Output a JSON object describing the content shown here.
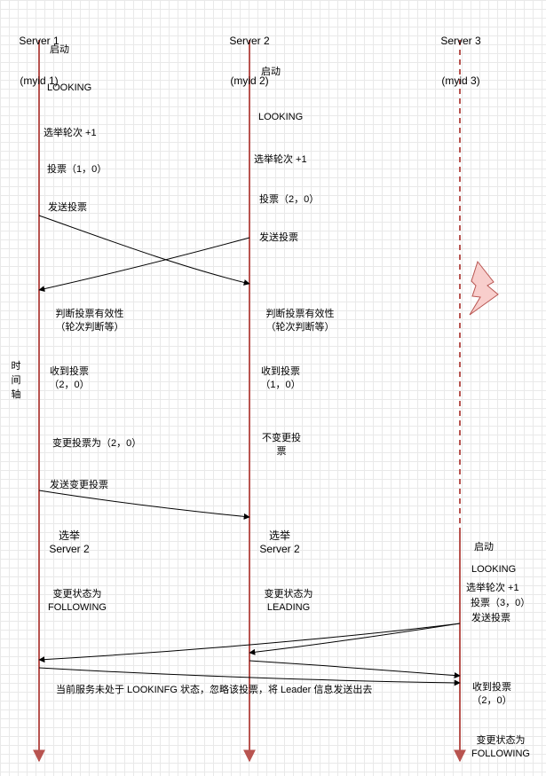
{
  "colors": {
    "lifeline": "#b85450",
    "bolt_fill": "#f8cecc",
    "bolt_stroke": "#b85450"
  },
  "servers": [
    {
      "name": "Server 1",
      "myid": "(myid 1)"
    },
    {
      "name": "Server 2",
      "myid": "(myid 2)"
    },
    {
      "name": "Server 3",
      "myid": "(myid 3)"
    }
  ],
  "time_axis": "时\n间\n轴",
  "s1": {
    "start": "启动",
    "looking": "LOOKING",
    "round": "选举轮次 +1",
    "vote": "投票（1，0）",
    "send_vote": "发送投票",
    "validate": "判断投票有效性\n（轮次判断等）",
    "received": "收到投票\n（2，0）",
    "change": "变更投票为（2，0）",
    "send_change": "发送变更投票",
    "elect": "选举\nServer 2",
    "state": "变更状态为\nFOLLOWING"
  },
  "s2": {
    "start": "启动",
    "looking": "LOOKING",
    "round": "选举轮次 +1",
    "vote": "投票（2，0）",
    "send_vote": "发送投票",
    "validate": "判断投票有效性\n（轮次判断等）",
    "received": "收到投票\n（1，0）",
    "no_change": "不变更投\n票",
    "elect": "选举\nServer 2",
    "state": "变更状态为\nLEADING"
  },
  "s3": {
    "start": "启动",
    "looking": "LOOKING",
    "round": "选举轮次 +1",
    "vote": "投票（3，0）",
    "send_vote": "发送投票",
    "received": "收到投票\n（2，0）",
    "state": "变更状态为\nFOLLOWING"
  },
  "note": "当前服务未处于 LOOKINFG 状态，忽略该投票，将 Leader 信息发送出去"
}
